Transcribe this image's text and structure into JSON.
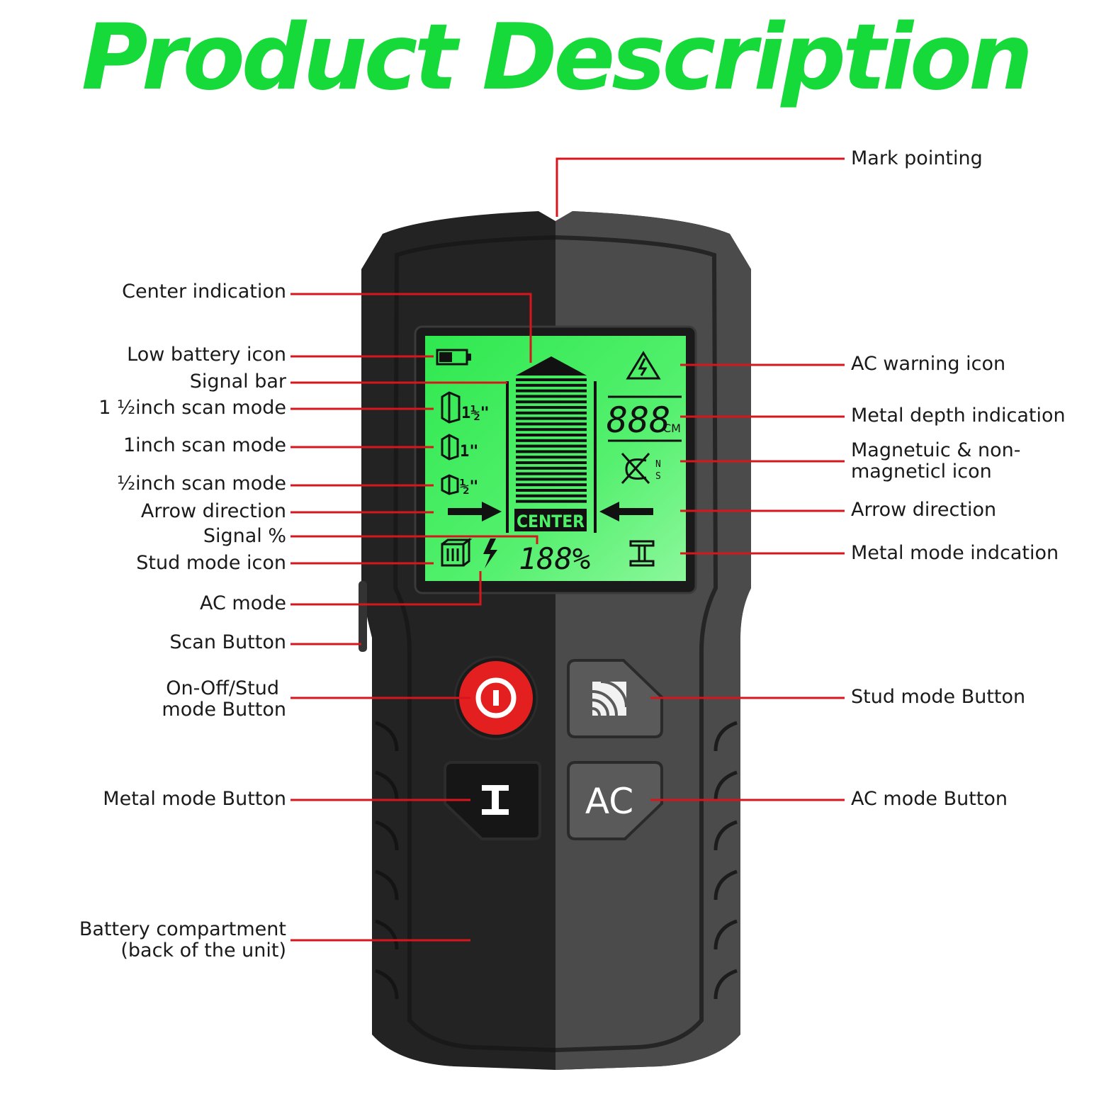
{
  "title": "Product Description",
  "colors": {
    "title_green": "#16d93a",
    "leader_red": "#d8141c",
    "lcd_green": "#3df05c",
    "device_dark": "#222222",
    "device_light": "#4a4a4a",
    "power_red": "#e3201f"
  },
  "lcd": {
    "depth_reading": "888",
    "depth_unit": "CM",
    "signal_percent": "188%",
    "center_label": "CENTER",
    "compass_n": "N",
    "compass_s": "S"
  },
  "buttons": {
    "ac_label": "AC"
  },
  "labels": {
    "mark_pointing": "Mark pointing",
    "center_indication": "Center indication",
    "low_battery_icon": "Low battery icon",
    "signal_bar": "Signal bar",
    "scan_1_5": "1 ½inch scan mode",
    "scan_1": "1inch scan mode",
    "scan_0_5": "½inch scan mode",
    "arrow_direction_left": "Arrow direction",
    "signal_percent": "Signal %",
    "stud_mode_icon": "Stud mode icon",
    "ac_mode": "AC mode",
    "scan_button": "Scan Button",
    "onoff_line1": "On-Off/Stud",
    "onoff_line2": "mode Button",
    "metal_mode_button": "Metal mode Button",
    "battery_line1": "Battery compartment",
    "battery_line2": "(back of the unit)",
    "ac_warning_icon": "AC warning icon",
    "metal_depth": "Metal depth indication",
    "magnetic_line1": "Magnetuic & non-",
    "magnetic_line2": "magneticl icon",
    "arrow_direction_right": "Arrow direction",
    "metal_mode_indication": "Metal mode indcation",
    "stud_mode_button": "Stud mode Button",
    "ac_mode_button": "AC mode Button"
  }
}
